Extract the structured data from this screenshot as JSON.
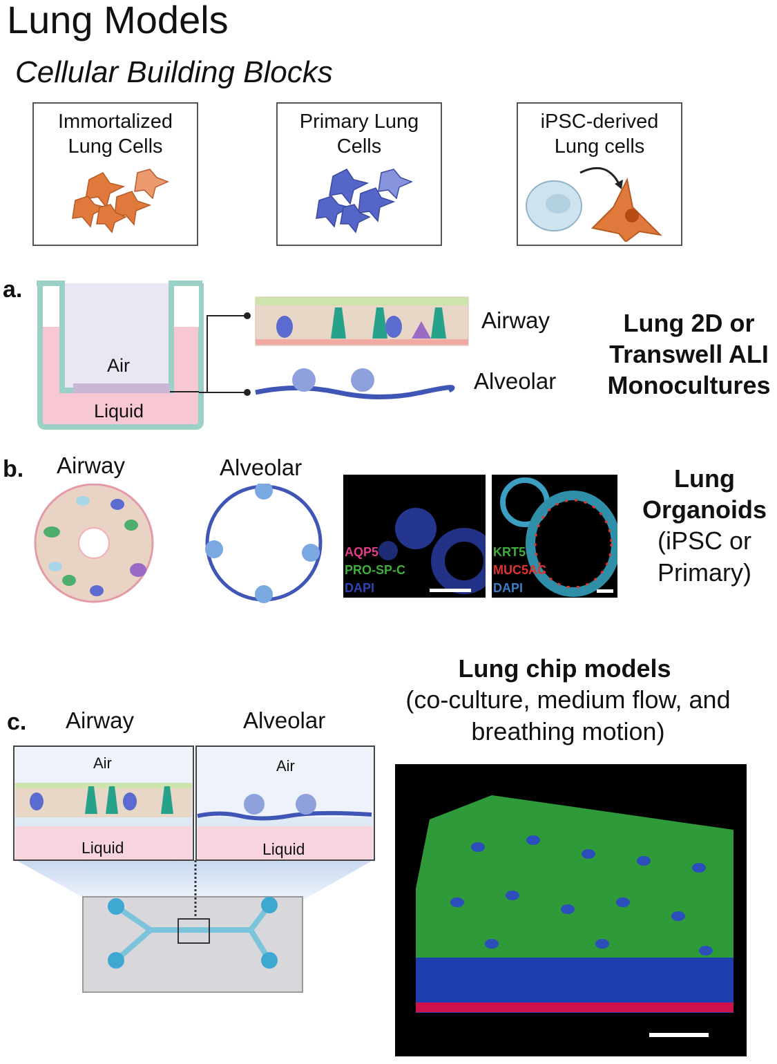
{
  "title": "Lung Models",
  "subtitle": "Cellular Building Blocks",
  "building_blocks": [
    {
      "label": "Immortalized Lung Cells"
    },
    {
      "label": "Primary Lung Cells"
    },
    {
      "label": "iPSC-derived Lung cells"
    }
  ],
  "panel_a": {
    "letter": "a.",
    "air": "Air",
    "liquid": "Liquid",
    "airway": "Airway",
    "alveolar": "Alveolar",
    "heading": "Lung 2D or Transwell ALI Monocultures"
  },
  "panel_b": {
    "letter": "b.",
    "airway": "Airway",
    "alveolar": "Alveolar",
    "image1_stains": [
      "AQP5",
      "PRO-SP-C",
      "DAPI"
    ],
    "image2_stains": [
      "KRT5",
      "MUC5AC",
      "DAPI"
    ],
    "heading": "Lung Organoids",
    "subheading": "(iPSC or Primary)"
  },
  "panel_c": {
    "letter": "c.",
    "airway": "Airway",
    "alveolar": "Alveolar",
    "air_left": "Air",
    "air_right": "Air",
    "liquid_left": "Liquid",
    "liquid_right": "Liquid",
    "heading": "Lung chip models",
    "subheading": "(co-culture, medium flow, and breathing motion)"
  },
  "colors": {
    "orange": "#e07a3c",
    "blue": "#4a5fc1",
    "pink": "#f6c6d3",
    "green": "#3fae3a"
  }
}
